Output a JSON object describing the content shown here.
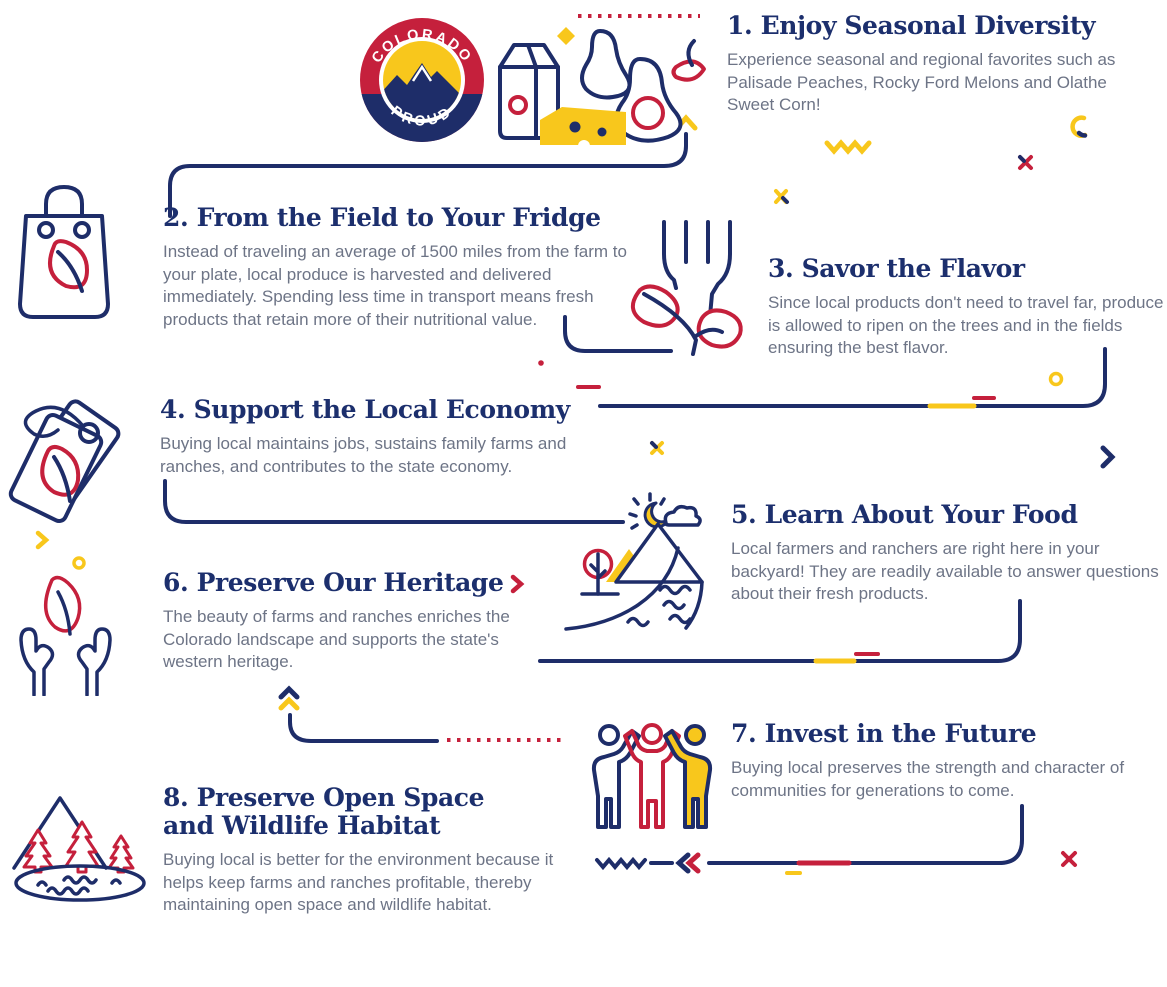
{
  "page": {
    "title": "Colorado Proud - Reasons to Buy Local"
  },
  "logo": {
    "top_text": "COLORADO",
    "bottom_text": "PROUD"
  },
  "colors": {
    "navy": "#1e2d69",
    "red": "#c5203c",
    "yellow": "#f8c71c",
    "heading": "#1c2f6d",
    "body_text": "#6d7486",
    "background": "#ffffff"
  },
  "sections": [
    {
      "number": "1",
      "title": "1. Enjoy Seasonal Diversity",
      "body": "Experience seasonal and regional favorites such as Palisade Peaches, Rocky Ford Melons and Olathe Sweet Corn!",
      "icon": "produce-group-icon"
    },
    {
      "number": "2",
      "title": "2. From the Field to Your Fridge",
      "body": "Instead of traveling an average of 1500 miles from the farm to your plate, local produce is harvested and delivered immediately. Spending less time in transport means fresh products that retain more of their nutritional value.",
      "icon": "shopping-bag-icon"
    },
    {
      "number": "3",
      "title": "3. Savor the Flavor",
      "body": "Since local products don't need to travel far, produce is allowed to ripen on the trees and in the fields ensuring the best flavor.",
      "icon": "fork-leaves-icon"
    },
    {
      "number": "4",
      "title": "4. Support the Local Economy",
      "body": "Buying local maintains jobs, sustains family farms and ranches, and contributes to the state economy.",
      "icon": "price-tags-icon"
    },
    {
      "number": "5",
      "title": "5. Learn About Your Food",
      "body": "Local farmers and ranchers are right here in your backyard! They are readily available to answer questions about their fresh products.",
      "icon": "landscape-icon"
    },
    {
      "number": "6",
      "title": "6. Preserve Our Heritage",
      "body": "The beauty of farms and ranches enriches the Colorado landscape and supports the state's western heritage.",
      "icon": "hands-leaf-icon"
    },
    {
      "number": "7",
      "title": "7. Invest in the Future",
      "body": "Buying local preserves the strength and character of communities for generations to come.",
      "icon": "people-icon"
    },
    {
      "number": "8",
      "title": "8. Preserve Open Space\nand Wildlife Habitat",
      "body": "Buying local is better for the environment because it helps keep farms and ranches profitable, thereby maintaining open space and wildlife habitat.",
      "icon": "mountain-lake-icon"
    }
  ]
}
